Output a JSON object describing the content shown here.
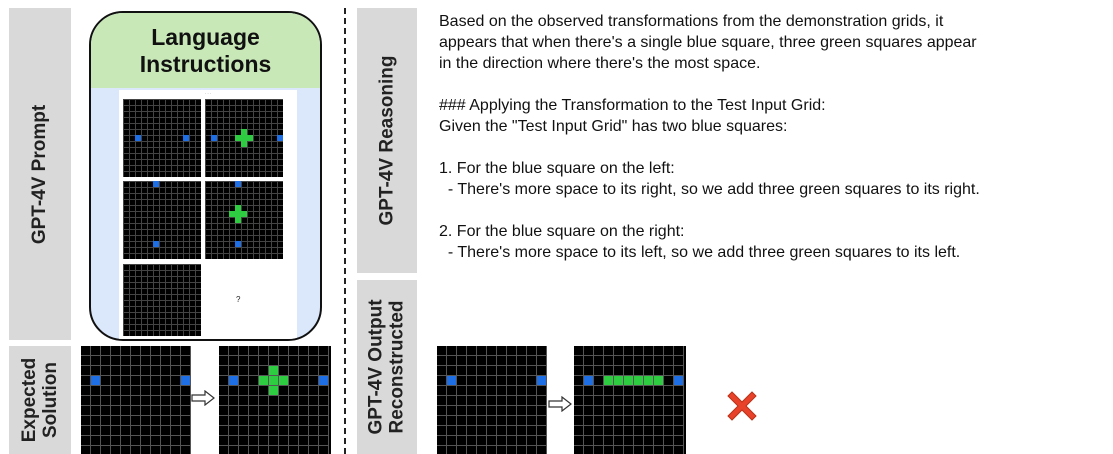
{
  "labels": {
    "prompt": "GPT-4V Prompt",
    "reasoning": "GPT-4V Reasoning",
    "output_line1": "GPT-4V Output",
    "output_line2": "Reconstructed",
    "expected_line1": "Expected",
    "expected_line2": "Solution"
  },
  "card": {
    "title_line1": "Language",
    "title_line2": "Instructions",
    "thumbnail_question": "?"
  },
  "reasoning_lines": [
    "Based on the observed transformations from the demonstration grids, it",
    "appears that when there's a single blue square, three green squares appear",
    "in the direction where there's the most space.",
    "",
    "### Applying the Transformation to the Test Input Grid:",
    "Given the \"Test Input Grid\" has two blue squares:",
    "",
    "1. For the blue square on the left:",
    "  - There's more space to its right, so we add three green squares to its right.",
    "",
    "2. For the blue square on the right:",
    "  - There's more space to its left, so we add three green squares to its left."
  ],
  "colors": {
    "label_bg": "#d9d9d9",
    "card_head": "#c9e8b8",
    "card_body": "#dbe8fb",
    "grid_bg": "#000000",
    "grid_line": "#555555",
    "blue_cell": "#1e6ee6",
    "green_cell": "#2ecc40",
    "cross": "#e8422a"
  },
  "icons": {
    "arrow": "right-arrow-icon",
    "result": "cross-icon"
  }
}
